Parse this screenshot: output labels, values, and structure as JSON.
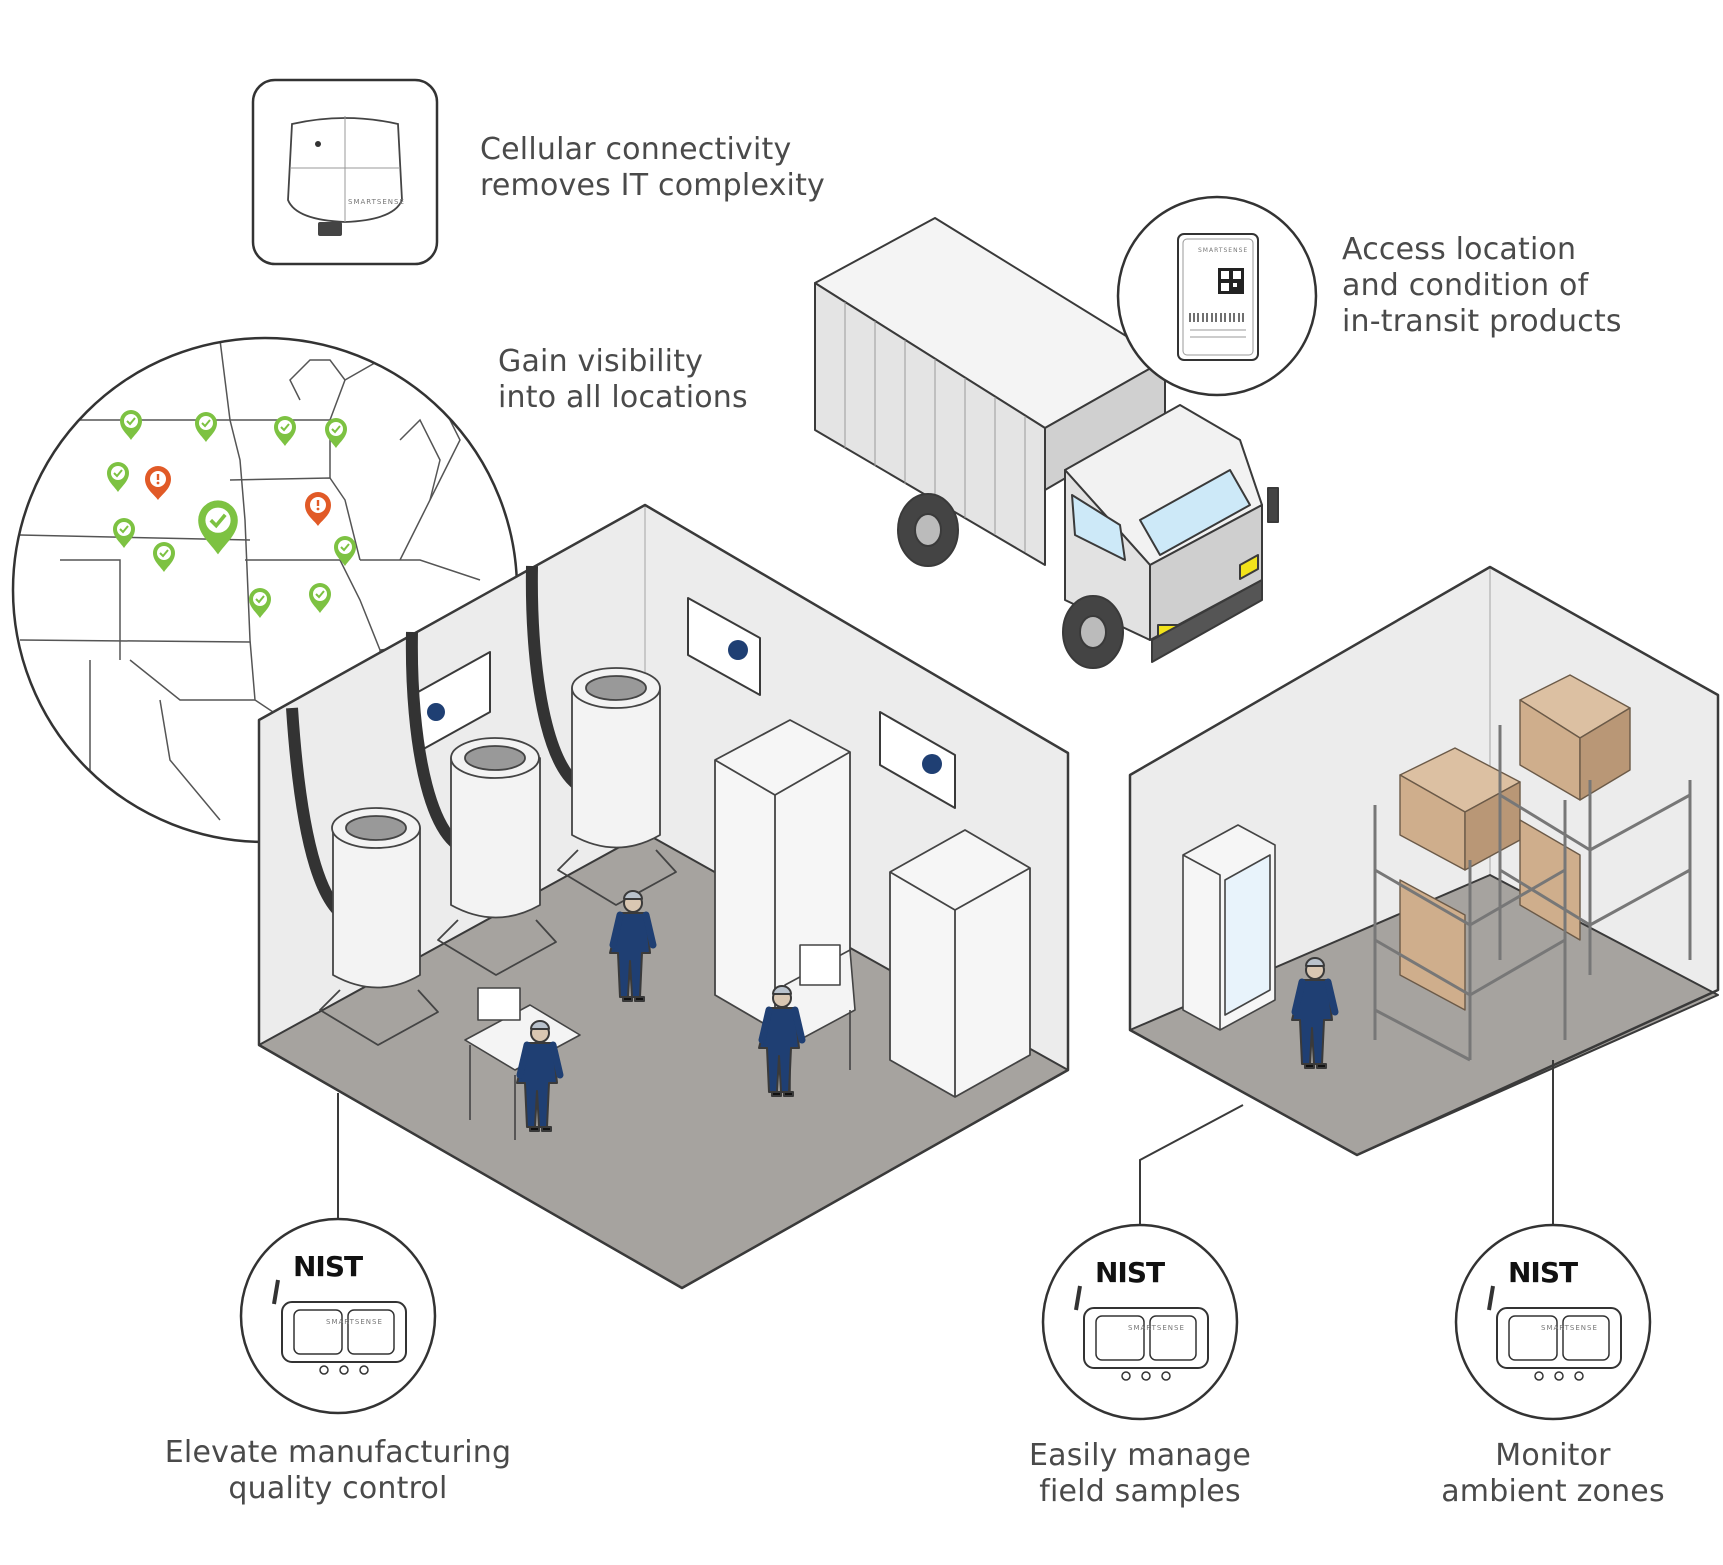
{
  "captions": {
    "gateway": [
      "Cellular connectivity",
      "removes IT complexity"
    ],
    "map": [
      "Gain visibility",
      "into all locations"
    ],
    "transit": [
      "Access location",
      "and condition of",
      "in-transit products"
    ],
    "manufacturing": [
      "Elevate manufacturing",
      "quality control"
    ],
    "field_samples": [
      "Easily manage",
      "field samples"
    ],
    "ambient": [
      "Monitor",
      "ambient zones"
    ]
  },
  "badges": {
    "logo": "NIST",
    "device_brand": "SMARTSENSE"
  },
  "gateway_brand": "SMARTSENSE",
  "tag_brand": "SMARTSENSE",
  "colors": {
    "pin_ok": "#7dc242",
    "pin_alert": "#e15a27",
    "worker": "#1f3f73",
    "floor": "#a6a39f",
    "wall": "#ececec",
    "outline": "#3a3a3a",
    "box": "#cfae8c",
    "headlight": "#f2e31b",
    "windshield": "#cde9f8"
  },
  "icons": [
    "gateway-device-icon",
    "map-pin-ok-icon",
    "map-pin-alert-icon",
    "truck-icon",
    "qr-tag-icon",
    "nist-sensor-icon",
    "freezer-icon",
    "shelf-icon",
    "worker-icon"
  ]
}
